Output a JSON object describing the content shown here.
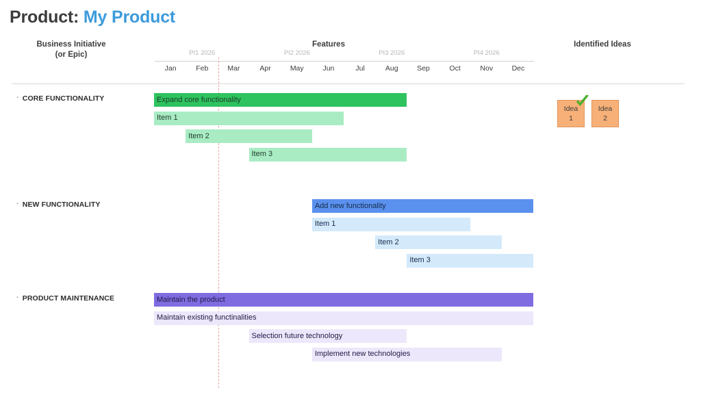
{
  "header": {
    "title_static": "Product:",
    "title_accent": "My Product",
    "title_accent_color": "#3d9bdc",
    "columns": {
      "initiative_line1": "Business Initiative",
      "initiative_line2": "(or Epic)",
      "features": "Features",
      "ideas": "Identified Ideas"
    }
  },
  "timeline": {
    "pis": [
      {
        "label": "PI1 2026"
      },
      {
        "label": "PI2 2026"
      },
      {
        "label": "PI3 2026"
      },
      {
        "label": "PI4 2026"
      }
    ],
    "months": [
      "Jan",
      "Feb",
      "Mar",
      "Apr",
      "May",
      "Jun",
      "Jul",
      "Aug",
      "Sep",
      "Oct",
      "Nov",
      "Dec"
    ],
    "today_marker_month": "Mar",
    "today_marker_color": "#e8a79c"
  },
  "chart_data": {
    "type": "bar",
    "title": "Product: My Product",
    "xlabel": "",
    "ylabel": "",
    "x_categories": [
      "Jan",
      "Feb",
      "Mar",
      "Apr",
      "May",
      "Jun",
      "Jul",
      "Aug",
      "Sep",
      "Oct",
      "Nov",
      "Dec"
    ],
    "x_groups": [
      "PI1 2026",
      "PI2 2026",
      "PI3 2026",
      "PI4 2026"
    ],
    "series": [
      {
        "name": "CORE FUNCTIONALITY",
        "epic_color": "#2ec35f",
        "feature_color": "#a9ecc4",
        "text_color": "#1d3b28",
        "bars": [
          {
            "label": "Expand core functionality",
            "start_month": "Jan",
            "end_month": "Aug",
            "kind": "epic"
          },
          {
            "label": "Item 1",
            "start_month": "Jan",
            "end_month": "Jun",
            "kind": "feature"
          },
          {
            "label": "Item 2",
            "start_month": "Feb",
            "end_month": "May",
            "kind": "feature"
          },
          {
            "label": "Item 3",
            "start_month": "Apr",
            "end_month": "Aug",
            "kind": "feature"
          }
        ]
      },
      {
        "name": "NEW FUNCTIONALITY",
        "epic_color": "#5b91ee",
        "feature_color": "#d4eafb",
        "text_color": "#152c4a",
        "bars": [
          {
            "label": "Add new functionality",
            "start_month": "Jun",
            "end_month": "Dec",
            "kind": "epic"
          },
          {
            "label": "Item 1",
            "start_month": "Jun",
            "end_month": "Oct",
            "kind": "feature"
          },
          {
            "label": "Item 2",
            "start_month": "Aug",
            "end_month": "Nov",
            "kind": "feature"
          },
          {
            "label": "Item 3",
            "start_month": "Sep",
            "end_month": "Dec",
            "kind": "feature"
          }
        ]
      },
      {
        "name": "PRODUCT MAINTENANCE",
        "epic_color": "#7e6ce0",
        "feature_color": "#ece7fa",
        "text_color": "#241a45",
        "bars": [
          {
            "label": "Maintain the product",
            "start_month": "Jan",
            "end_month": "Dec",
            "kind": "epic"
          },
          {
            "label": "Maintain existing functinalities",
            "start_month": "Jan",
            "end_month": "Dec",
            "kind": "feature"
          },
          {
            "label": "Selection future technology",
            "start_month": "Apr",
            "end_month": "Aug",
            "kind": "feature"
          },
          {
            "label": "Implement new technologies",
            "start_month": "Jun",
            "end_month": "Nov",
            "kind": "feature"
          }
        ]
      }
    ]
  },
  "ideas": {
    "color": "#f7b077",
    "border_color": "#e2935a",
    "items": [
      {
        "line1": "Idea",
        "line2": "1",
        "checked": true
      },
      {
        "line1": "Idea",
        "line2": "2",
        "checked": false
      }
    ],
    "check_color": "#4caf2e"
  }
}
